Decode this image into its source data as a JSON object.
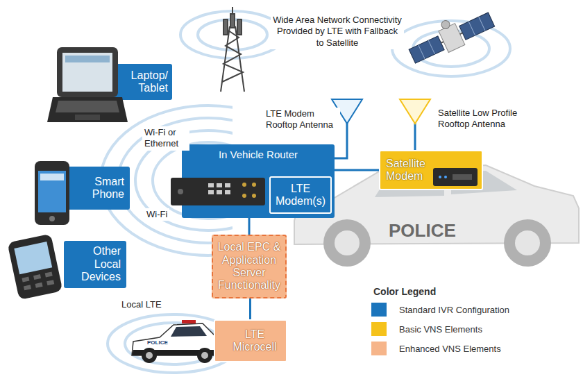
{
  "diagram": {
    "nodes": [
      {
        "text": [
          "Laptop/ Tablet"
        ]
      },
      {
        "text": [
          "Smart Phone"
        ]
      },
      {
        "text": [
          "Other Local Devices"
        ]
      },
      {
        "text": [
          "In Vehicle Router"
        ]
      },
      {
        "text": [
          "LTE Modem(s)"
        ],
        "in": 3
      },
      {
        "text": [
          "Satellite Modem"
        ]
      },
      {
        "text": [
          "Local EPC & Application Server Functionality"
        ]
      },
      {
        "text": [
          "LTE Microcell"
        ]
      }
    ],
    "edges": [
      {
        "from": 3,
        "to": 5,
        "arrow": "none"
      },
      {
        "from": 3,
        "to": 6,
        "arrow": "none"
      },
      {
        "from": 6,
        "to": 7,
        "arrow": "none"
      }
    ],
    "labels": [
      "Wide Area Network Connectivity Provided by LTE with Fallback to Satellite",
      "LTE Modem Rooftop Antenna",
      "Satellite Low Profile Rooftop Antenna",
      "Wi-Fi or Ethernet",
      "Wi-Fi",
      "Local LTE",
      "POLICE",
      "POLICE",
      "Color Legend"
    ],
    "legend": [
      {
        "text": "Standard IVR Configuration",
        "color": "#1b75bc"
      },
      {
        "text": "Basic VNS Elements",
        "color": "#f5c21b"
      },
      {
        "text": "Enhanced VNS Elements",
        "color": "#f6b58a"
      }
    ]
  }
}
